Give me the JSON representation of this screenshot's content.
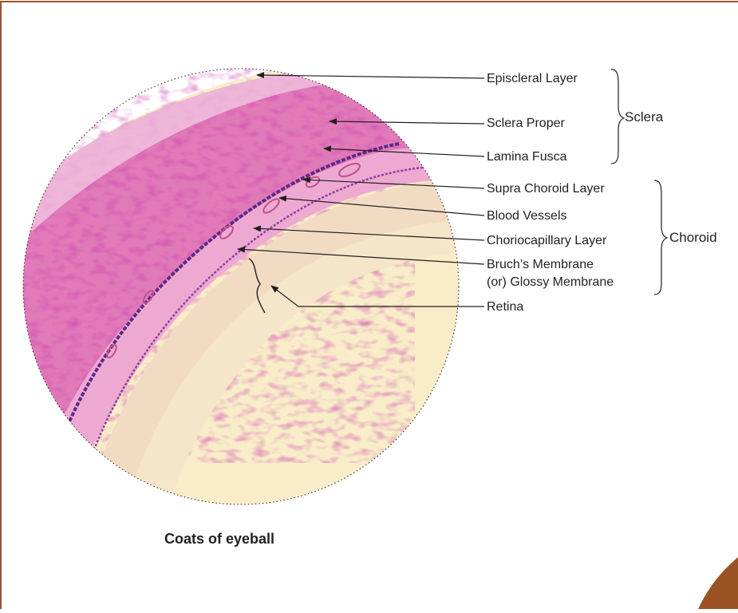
{
  "caption": "Coats of eyeball",
  "labels": {
    "episcleral": "Episcleral Layer",
    "sclera_proper": "Sclera Proper",
    "lamina_fusca": "Lamina Fusca",
    "supra_choroid": "Supra Choroid Layer",
    "blood_vessels": "Blood Vessels",
    "choriocapillary": "Choriocapillary Layer",
    "bruch_line1": "Bruch’s Membrane",
    "bruch_line2": "(or) Glossy Membrane",
    "retina": "Retina"
  },
  "groups": {
    "sclera": "Sclera",
    "choroid": "Choroid"
  },
  "colors": {
    "frame": "#a0522d",
    "corner": "#9b5224",
    "tissue_pink": "#e07ab8",
    "tissue_cream": "#f8edc8",
    "stain_purple": "#5a2a86",
    "text": "#231f20"
  }
}
